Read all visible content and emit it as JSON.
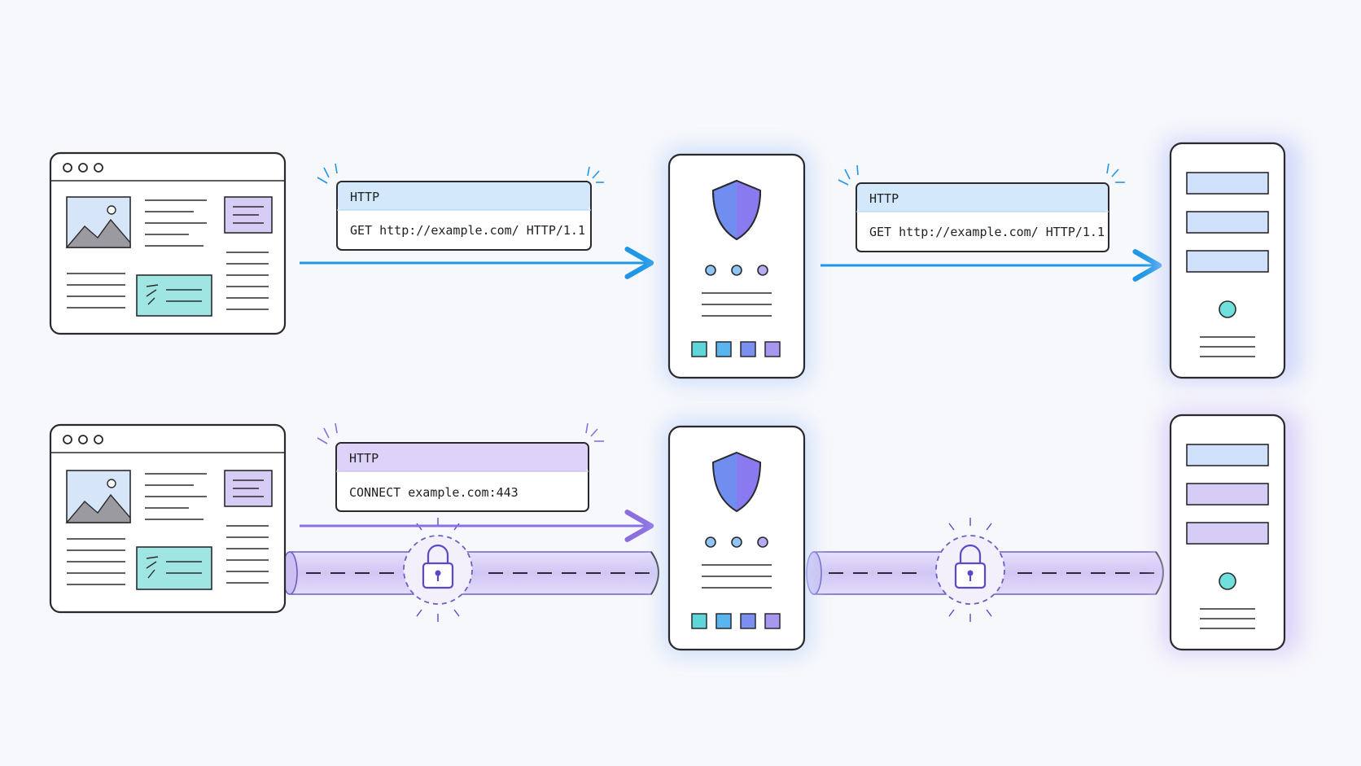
{
  "colors": {
    "background": "#f7f8fb",
    "stroke": "#2a2a2e",
    "http_blue": "#1f97e6",
    "connect_purple": "#8b6fe0",
    "tunnel_fill": "#ddd3f7",
    "shield_blue": "#6f8ef0",
    "shield_purple": "#8a7af0",
    "panel_blue": "#cfe0fb",
    "panel_purple": "#d6ccf6",
    "accent_teal": "#6fe0dc",
    "glow_blue": "#c9dcfb",
    "glow_purple": "#ddd0fa"
  },
  "top_flow": {
    "request_box_1": {
      "header": "HTTP",
      "body": "GET http://example.com/ HTTP/1.1"
    },
    "request_box_2": {
      "header": "HTTP",
      "body": "GET http://example.com/ HTTP/1.1"
    }
  },
  "bottom_flow": {
    "request_box": {
      "header": "HTTP",
      "body": "CONNECT example.com:443"
    }
  },
  "icons": {
    "browser": "browser-window-icon",
    "proxy": "proxy-shield-icon",
    "server": "server-rack-icon",
    "lock": "padlock-icon"
  }
}
